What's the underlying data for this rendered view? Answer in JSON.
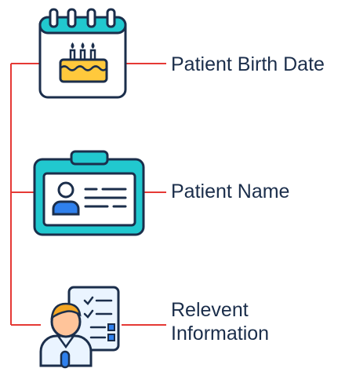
{
  "items": [
    {
      "label": "Patient Birth Date",
      "icon": "birthday-calendar-icon"
    },
    {
      "label": "Patient Name",
      "icon": "id-card-icon"
    },
    {
      "label_lines": [
        "Relevent",
        "Information"
      ],
      "icon": "doctor-with-clipboard-icon"
    }
  ],
  "colors": {
    "connector": "#e53935",
    "outline": "#1b2e4b",
    "teal": "#21c8cf",
    "blue": "#2f80ed",
    "cake": "#ffc93c",
    "cake_top": "#ffe08a",
    "skin": "#ffc49a",
    "hair": "#f4a623",
    "paper": "#eaf4ff"
  }
}
